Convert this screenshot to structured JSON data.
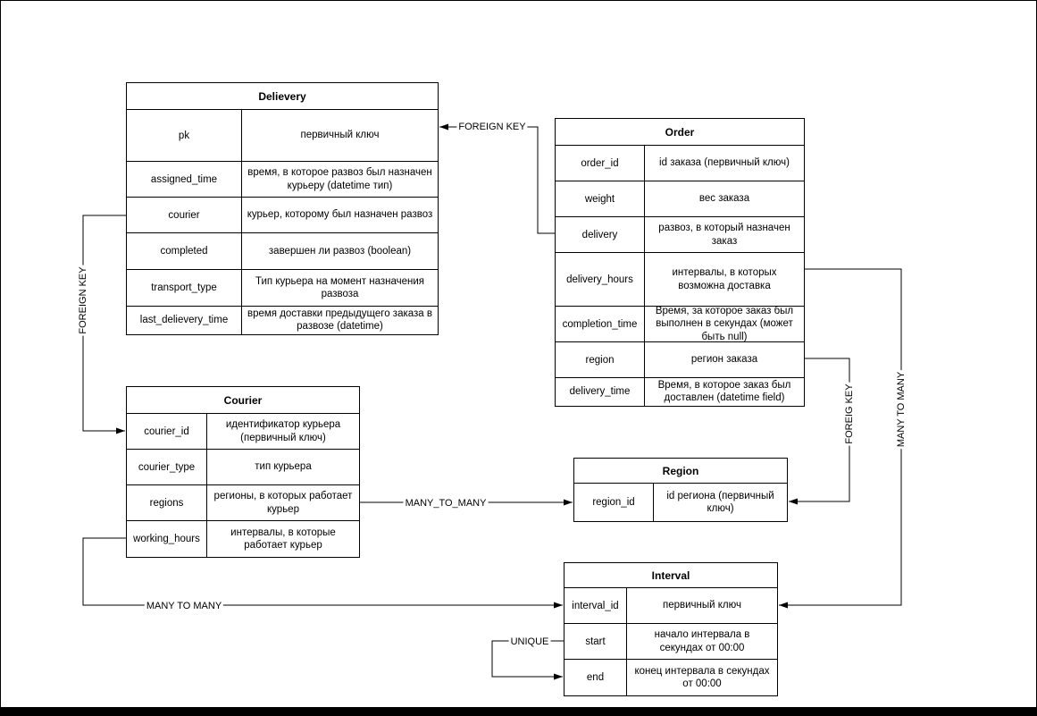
{
  "diagram": {
    "colors": {
      "line": "#000000",
      "background": "#ffffff",
      "text": "#000000"
    },
    "tables": {
      "delievery": {
        "title": "Delievery",
        "rows": [
          {
            "field": "pk",
            "desc": "первичный ключ"
          },
          {
            "field": "assigned_time",
            "desc": "время, в которое развоз был назначен курьеру (datetime тип)"
          },
          {
            "field": "courier",
            "desc": "курьер, которому был назначен развоз"
          },
          {
            "field": "completed",
            "desc": "завершен ли развоз (boolean)"
          },
          {
            "field": "transport_type",
            "desc": "Тип курьера на момент назначения развоза"
          },
          {
            "field": "last_delievery_time",
            "desc": "время доставки предыдущего заказа в развозе (datetime)"
          }
        ]
      },
      "order": {
        "title": "Order",
        "rows": [
          {
            "field": "order_id",
            "desc": "id заказа (первичный ключ)"
          },
          {
            "field": "weight",
            "desc": "вес заказа"
          },
          {
            "field": "delivery",
            "desc": "развоз, в который назначен заказ"
          },
          {
            "field": "delivery_hours",
            "desc": "интервалы, в которых возможна доставка"
          },
          {
            "field": "completion_time",
            "desc": "Время, за которое заказ был выполнен в секундах (может быть null)"
          },
          {
            "field": "region",
            "desc": "регион заказа"
          },
          {
            "field": "delivery_time",
            "desc": "Время, в которое заказ был доставлен (datetime field)"
          }
        ]
      },
      "courier": {
        "title": "Courier",
        "rows": [
          {
            "field": "courier_id",
            "desc": "идентификатор курьера (первичный ключ)"
          },
          {
            "field": "courier_type",
            "desc": "тип курьера"
          },
          {
            "field": "regions",
            "desc": "регионы, в которых работает курьер"
          },
          {
            "field": "working_hours",
            "desc": "интервалы, в которые работает курьер"
          }
        ]
      },
      "region": {
        "title": "Region",
        "rows": [
          {
            "field": "region_id",
            "desc": "id региона (первичный ключ)"
          }
        ]
      },
      "interval": {
        "title": "Interval",
        "rows": [
          {
            "field": "interval_id",
            "desc": "первичный ключ"
          },
          {
            "field": "start",
            "desc": "начало интервала в секундах от 00:00"
          },
          {
            "field": "end",
            "desc": "конец интервала в секундах от 00:00"
          }
        ]
      }
    },
    "connectors": [
      {
        "id": "order-delivery-to-delievery-pk",
        "label": "FOREIGN KEY"
      },
      {
        "id": "delievery-courier-to-courier-id",
        "label": "FOREIGN KEY"
      },
      {
        "id": "courier-regions-to-region",
        "label": "MANY_TO_MANY"
      },
      {
        "id": "order-region-to-region",
        "label": "FOREIG KEY"
      },
      {
        "id": "order-delivery-hours-to-interval",
        "label": "MANY TO MANY"
      },
      {
        "id": "courier-working-hours-to-interval",
        "label": "MANY TO MANY"
      },
      {
        "id": "interval-start-to-end",
        "label": "UNIQUE"
      }
    ]
  }
}
